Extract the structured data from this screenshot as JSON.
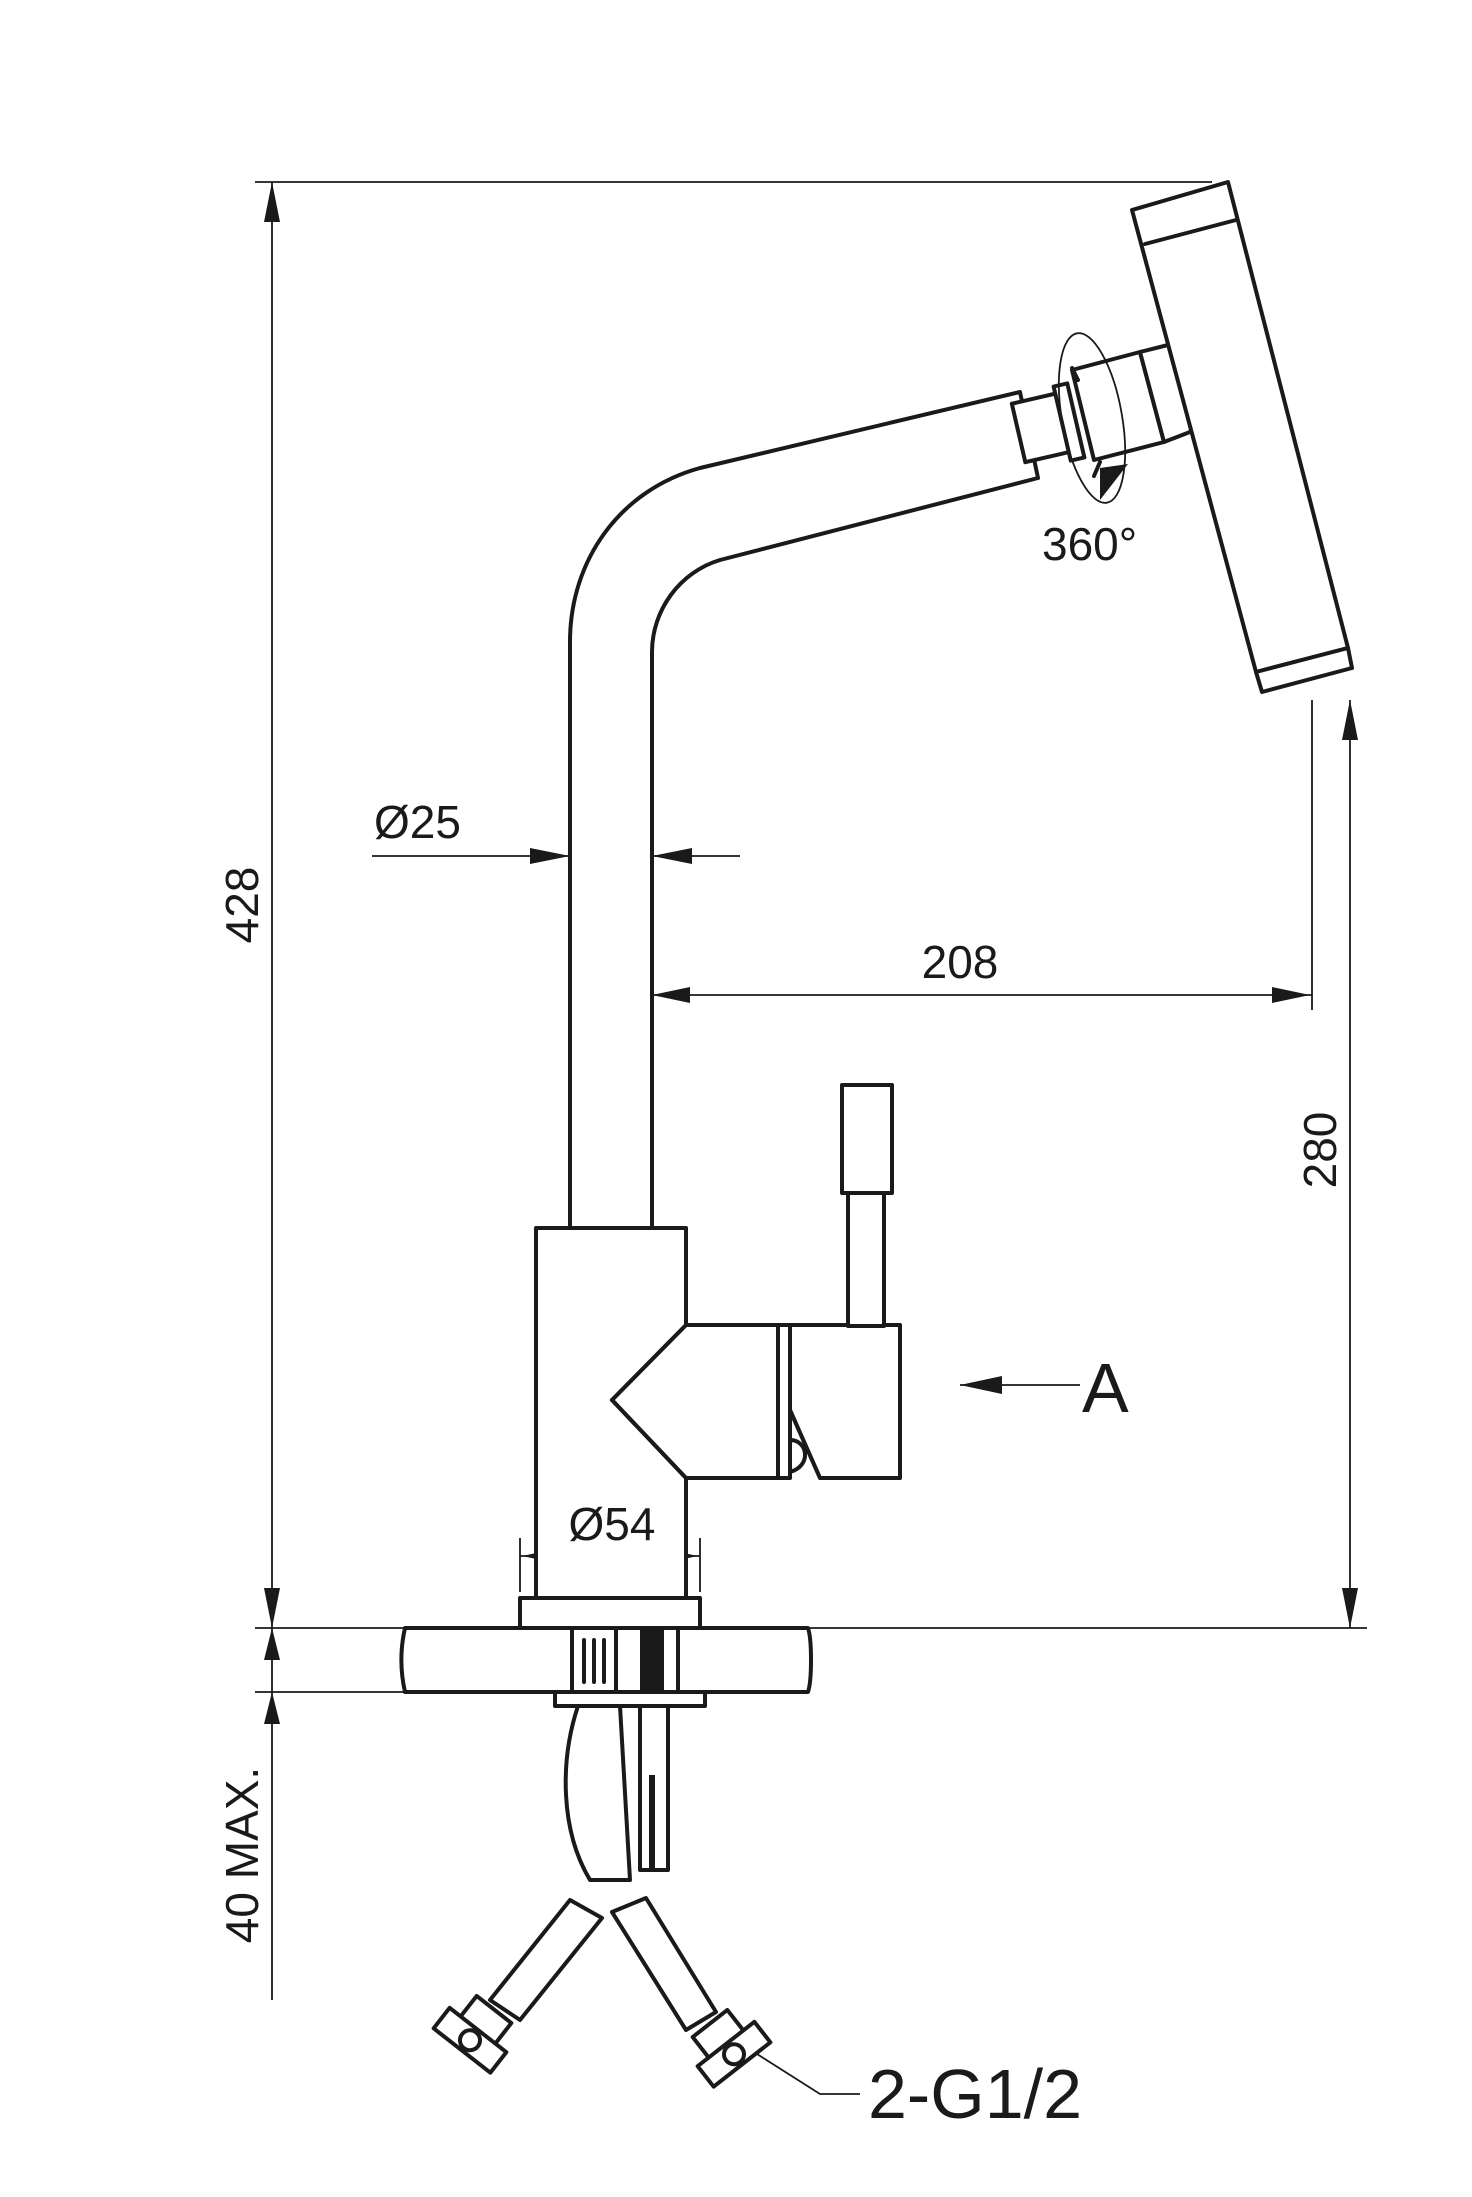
{
  "labels": {
    "height_total": "428",
    "diameter_spout": "Ø25",
    "reach": "208",
    "swivel": "360°",
    "spout_height": "280",
    "view_marker": "A",
    "diameter_base": "Ø54",
    "deck_thickness": "40 MAX.",
    "connections": "2-G1/2"
  }
}
